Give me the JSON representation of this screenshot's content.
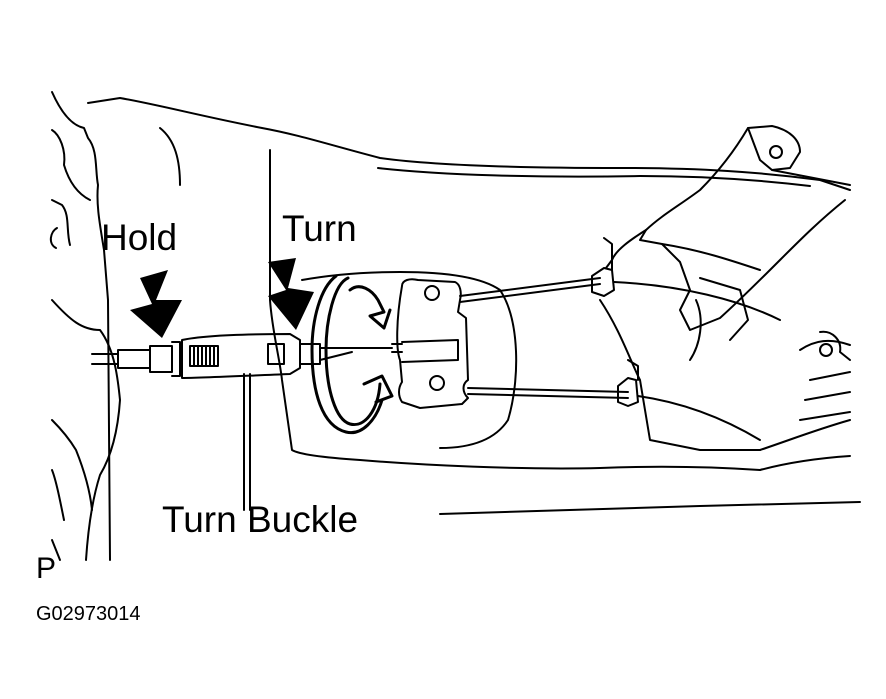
{
  "labels": {
    "hold": "Hold",
    "turn": "Turn",
    "turn_buckle": "Turn Buckle",
    "position_code": "P",
    "figure_id": "G02973014"
  },
  "colors": {
    "ink": "#000000",
    "paper": "#ffffff"
  }
}
